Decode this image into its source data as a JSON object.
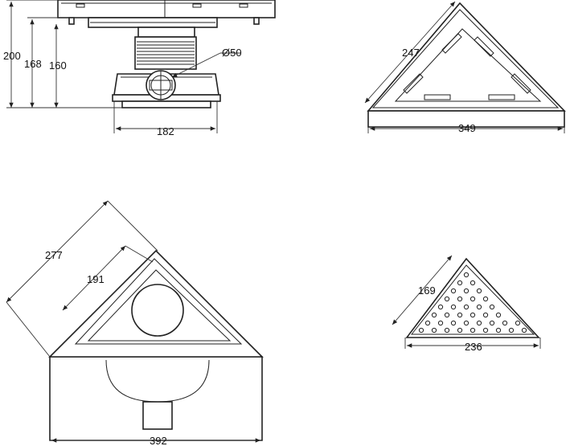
{
  "views": {
    "side": {
      "dims": {
        "overall_height": "200",
        "body_height": "168",
        "outlet_height": "160",
        "outlet_diameter": "Ø50",
        "base_width": "182"
      }
    },
    "top_frame": {
      "dims": {
        "side": "247",
        "width": "349"
      }
    },
    "iso": {
      "dims": {
        "outer_side": "277",
        "inner_side": "191",
        "width": "392"
      }
    },
    "grate": {
      "dims": {
        "side": "169",
        "width": "236"
      }
    }
  }
}
